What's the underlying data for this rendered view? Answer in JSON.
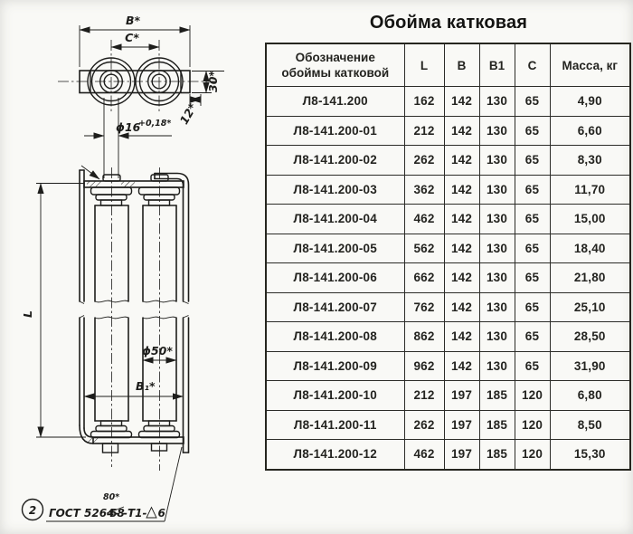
{
  "page": {
    "title": "Обойма катковая"
  },
  "table": {
    "columns": [
      "Обозначение\nобоймы катковой",
      "L",
      "B",
      "B1",
      "C",
      "Масса, кг"
    ],
    "rows": [
      [
        "Л8-141.200",
        "162",
        "142",
        "130",
        "65",
        "4,90"
      ],
      [
        "Л8-141.200-01",
        "212",
        "142",
        "130",
        "65",
        "6,60"
      ],
      [
        "Л8-141.200-02",
        "262",
        "142",
        "130",
        "65",
        "8,30"
      ],
      [
        "Л8-141.200-03",
        "362",
        "142",
        "130",
        "65",
        "11,70"
      ],
      [
        "Л8-141.200-04",
        "462",
        "142",
        "130",
        "65",
        "15,00"
      ],
      [
        "Л8-141.200-05",
        "562",
        "142",
        "130",
        "65",
        "18,40"
      ],
      [
        "Л8-141.200-06",
        "662",
        "142",
        "130",
        "65",
        "21,80"
      ],
      [
        "Л8-141.200-07",
        "762",
        "142",
        "130",
        "65",
        "25,10"
      ],
      [
        "Л8-141.200-08",
        "862",
        "142",
        "130",
        "65",
        "28,50"
      ],
      [
        "Л8-141.200-09",
        "962",
        "142",
        "130",
        "65",
        "31,90"
      ],
      [
        "Л8-141.200-10",
        "212",
        "197",
        "185",
        "120",
        "6,80"
      ],
      [
        "Л8-141.200-11",
        "262",
        "197",
        "185",
        "120",
        "8,50"
      ],
      [
        "Л8-141.200-12",
        "462",
        "197",
        "185",
        "120",
        "15,30"
      ]
    ]
  },
  "drawing": {
    "labels": {
      "dim_b": "B*",
      "dim_c": "C*",
      "dim_30": "30*",
      "dim_12": "12*",
      "dia16": "ϕ16",
      "dia16_tol": "+0,18*",
      "dia50": "ϕ50*",
      "dim_b1": "B₁*",
      "dim_l": "L"
    },
    "note": {
      "item_number": "2",
      "gost_prefix": "ГОСТ 5264-",
      "superseded_value": "68",
      "correction": "80*",
      "suffix": "-Т1-",
      "weld_leg": "6"
    }
  },
  "colors": {
    "ink": "#1d1d1b",
    "paper": "#f9f9f6"
  }
}
